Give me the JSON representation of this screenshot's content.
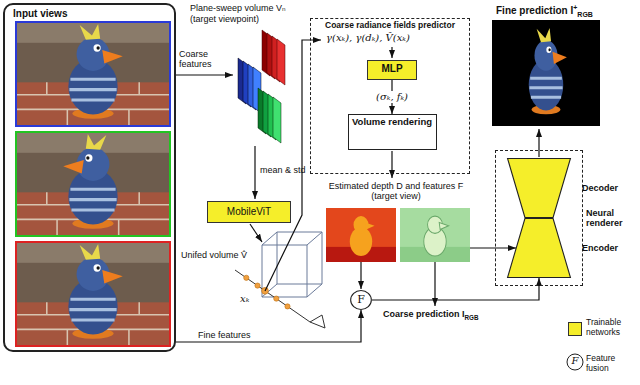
{
  "diagram": {
    "nodes": [
      {
        "text": [
          "Input views"
        ]
      },
      {
        "text": [
          "MobileViT"
        ]
      },
      {
        "text": [
          "Coarse radiance fields predictor"
        ]
      },
      {
        "text": [
          "MLP"
        ],
        "in": 2
      },
      {
        "text": [
          "Volume rendering"
        ],
        "in": 2
      },
      {
        "text": [
          "Neural renderer"
        ]
      },
      {
        "text": [
          "Decoder"
        ],
        "in": 5
      },
      {
        "text": [
          "Encoder"
        ],
        "in": 5
      },
      {
        "text": [
          "F"
        ]
      }
    ],
    "edges": [
      {
        "from": 0,
        "to": 8,
        "arrow": "to",
        "label": "Fine features"
      },
      {
        "from": 3,
        "to": 4,
        "arrow": "to",
        "label": "(σₖ, fₖ)"
      },
      {
        "from": 8,
        "to": 7,
        "arrow": "to"
      }
    ],
    "labels": [
      "Plane-sweep volume Vₙ",
      "(target viewpoint)",
      "Coarse features",
      "mean & std",
      "Unifed volume V̂",
      "xₖ",
      "γ(xₖ), γ(dₖ), V̂(xₖ)",
      "Estimated depth D and features F (target view)",
      "Coarse prediction I",
      "RGB",
      "Fine prediction I",
      "+",
      "RGB",
      "F"
    ],
    "legend": [
      {
        "text": "Trainable networks",
        "color": "#f5ee2a"
      },
      {
        "text": "Feature fusion"
      }
    ]
  }
}
